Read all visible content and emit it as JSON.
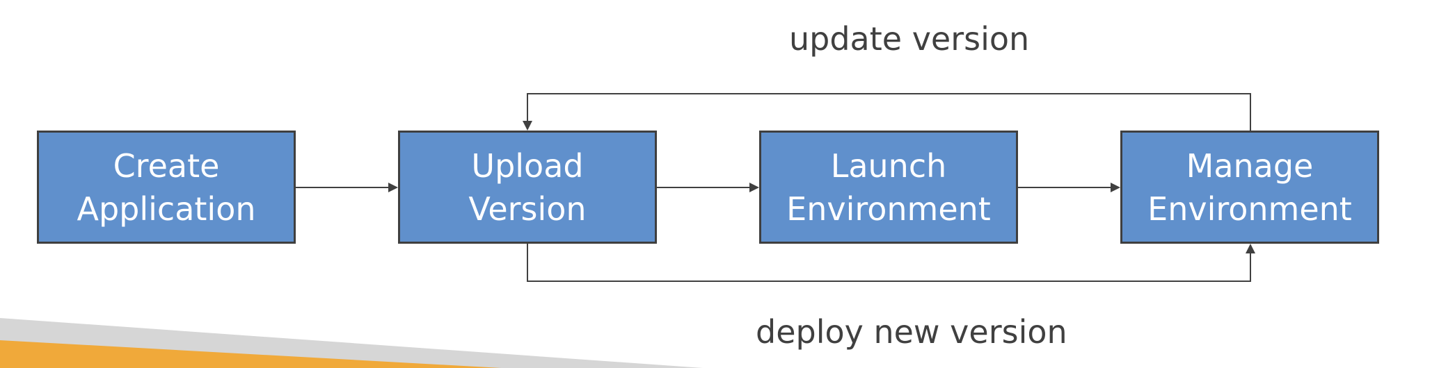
{
  "diagram": {
    "steps": [
      {
        "line1": "Create",
        "line2": "Application"
      },
      {
        "line1": "Upload",
        "line2": "Version"
      },
      {
        "line1": "Launch",
        "line2": "Environment"
      },
      {
        "line1": "Manage",
        "line2": "Environment"
      }
    ],
    "loop_labels": {
      "top": "update version",
      "bottom": "deploy new version"
    },
    "colors": {
      "box_fill": "#6090cc",
      "box_border": "#3f3f3f",
      "box_text": "#ffffff",
      "connector": "#404040",
      "label_text": "#404040",
      "accent_orange": "#f0a93a",
      "accent_gray": "#d6d6d6"
    }
  }
}
